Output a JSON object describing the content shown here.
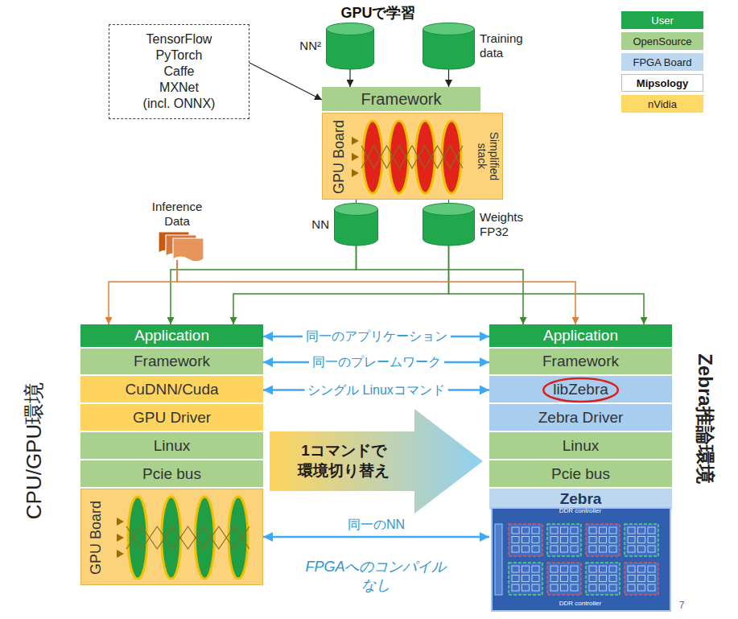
{
  "diagram": {
    "title": "GPUで学習",
    "nodes": [
      {
        "text": [
          "TensorFlow",
          "PyTorch",
          "Caffe",
          "MXNet",
          "(incl. ONNX)"
        ]
      },
      {
        "text": [
          "NN²"
        ]
      },
      {
        "text": [
          "Training data"
        ]
      },
      {
        "text": [
          "Framework"
        ]
      },
      {
        "text": [
          "GPU Board"
        ]
      },
      {
        "text": [
          "NN"
        ]
      },
      {
        "text": [
          "Weights FP32"
        ]
      },
      {
        "text": [
          "Inference Data"
        ]
      },
      {
        "text": [
          "Application"
        ]
      },
      {
        "text": [
          "Framework"
        ]
      },
      {
        "text": [
          "CuDNN/Cuda"
        ]
      },
      {
        "text": [
          "GPU Driver"
        ]
      },
      {
        "text": [
          "Linux"
        ]
      },
      {
        "text": [
          "Pcie bus"
        ]
      },
      {
        "text": [
          "GPU Board"
        ]
      },
      {
        "text": [
          "1コマンドで 環境切り替え"
        ]
      },
      {
        "text": [
          "Application"
        ]
      },
      {
        "text": [
          "Framework"
        ]
      },
      {
        "text": [
          "libZebra"
        ]
      },
      {
        "text": [
          "Zebra Driver"
        ]
      },
      {
        "text": [
          "Linux"
        ]
      },
      {
        "text": [
          "Pcie bus"
        ]
      },
      {
        "text": [
          "Zebra"
        ]
      }
    ],
    "edges": [
      {
        "from": 0,
        "to": 3,
        "arrow": "to"
      },
      {
        "from": 1,
        "to": 3,
        "arrow": "to"
      },
      {
        "from": 2,
        "to": 3,
        "arrow": "to"
      },
      {
        "from": 4,
        "to": 5,
        "arrow": "none"
      },
      {
        "from": 4,
        "to": 6,
        "arrow": "none"
      },
      {
        "from": 5,
        "to": 8,
        "arrow": "to"
      },
      {
        "from": 5,
        "to": 16,
        "arrow": "to"
      },
      {
        "from": 6,
        "to": 8,
        "arrow": "to"
      },
      {
        "from": 6,
        "to": 16,
        "arrow": "to"
      },
      {
        "from": 7,
        "to": 8,
        "arrow": "to"
      },
      {
        "from": 7,
        "to": 16,
        "arrow": "to"
      },
      {
        "from": 8,
        "to": 16,
        "arrow": "both",
        "label": "同一のアプリケーション"
      },
      {
        "from": 9,
        "to": 17,
        "arrow": "both",
        "label": "同一のプレームワーク"
      },
      {
        "from": 10,
        "to": 18,
        "arrow": "both",
        "label": "シングル Linuxコマンド"
      },
      {
        "from": 14,
        "to": 22,
        "arrow": "both",
        "label": "同一のNN"
      }
    ],
    "labels": [
      "Simplified stack",
      "CPU/GPU環境",
      "Zebra推論環境",
      "FPGAへのコンパイル なし",
      "DDR controller",
      "DDR controller",
      "7"
    ],
    "legend": [
      {
        "text": "User",
        "color": "#22a84c"
      },
      {
        "text": "OpenSource",
        "color": "#a9d18e"
      },
      {
        "text": "FPGA Board",
        "color": "#bdd7ee"
      },
      {
        "text": "Mipsology",
        "color": "#ffffff"
      },
      {
        "text": "nVidia",
        "color": "#ffd966"
      }
    ]
  }
}
